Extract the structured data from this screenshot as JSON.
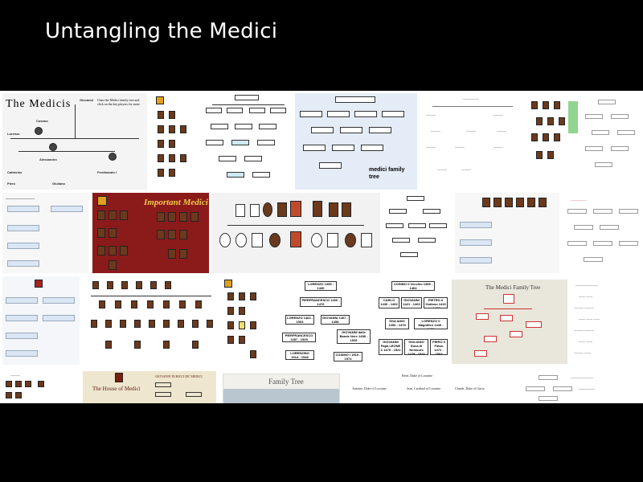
{
  "slide": {
    "title": "Untangling the Medici"
  },
  "tiles": {
    "the_medicis": {
      "title": "The Medicis",
      "instructions": "Chart the Medici family tree and click on the key players for more",
      "names": [
        "Giovanni",
        "Cosimo",
        "Lorenzo",
        "Ferdinando I",
        "Giuliano",
        "Piero",
        "Alessandro",
        "Catherine"
      ]
    },
    "important_medici": {
      "title": "Important Medici"
    },
    "medici_family_tree_blue": {
      "caption_line1": "medici family",
      "caption_line2": "tree"
    },
    "bold_tree": {
      "nodes": [
        "LORENZO 1395 - 1440",
        "PIERFRANCESCO 1430 - 1476",
        "LORENZO 1463 - 1503",
        "GIOVANNI 1467 - 1498",
        "PIERFRANCESCO 1487 - 1525",
        "GIOVANNI dalle Bande Nere 1498 - 1526",
        "LORENZINO 1514 - 1548",
        "COSIMO I 1519 - 1574"
      ]
    },
    "bold_tree_2": {
      "nodes": [
        "COSIMO il Vecchio 1389 - 1464",
        "CARLO 1430 - 1492",
        "GIOVANNI 1421 - 1463",
        "PIETRO il Gottoso 1416 - 1469",
        "GIULIANO 1453 - 1478",
        "LORENZO il Magnifico 1449 - 1492",
        "GIOVANNI Papa LEONE X 1475 - 1521",
        "GIULIANO Duca di Nemours 1479 - 1516",
        "PIERO il Fatuo 1472 - 1503"
      ]
    },
    "medici_family_tree_pattern": {
      "title": "The Medici Family Tree"
    },
    "house_of_medici": {
      "title": "The House of Medici",
      "header_text": "GIOVANNI DI BICCI DE' MEDICI"
    },
    "family_tree": {
      "title": "Family Tree"
    },
    "lorraine": {
      "line1": "René, Duke of Lorraine",
      "line2": "Antoine, Duke of Lorraine",
      "line3": "Jean, Cardinal of Lorraine",
      "line4": "Claude, Duke of Guise"
    }
  }
}
